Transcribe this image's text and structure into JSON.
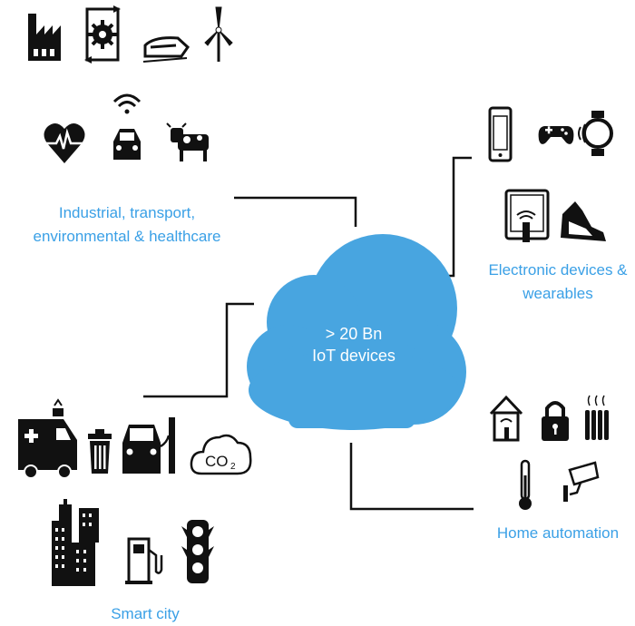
{
  "cloud": {
    "line1": "> 20 Bn",
    "line2": "IoT devices",
    "color": "#48a5e0"
  },
  "groups": {
    "industrial": {
      "line1": "Industrial, transport,",
      "line2": "environmental & healthcare",
      "icons": [
        "factory-icon",
        "gear-cycle-icon",
        "high-speed-train-icon",
        "wind-turbine-icon",
        "heart-rate-icon",
        "connected-car-icon",
        "cow-icon"
      ]
    },
    "electronic": {
      "line1": "Electronic devices &",
      "line2": "wearables",
      "icons": [
        "smartphone-icon",
        "gamepad-icon",
        "smartwatch-icon",
        "tablet-icon",
        "sneaker-icon"
      ]
    },
    "home": {
      "line1": "Home automation",
      "icons": [
        "smart-home-icon",
        "padlock-icon",
        "radiator-icon",
        "thermometer-icon",
        "security-camera-icon"
      ]
    },
    "smartcity": {
      "line1": "Smart city",
      "icons": [
        "ambulance-icon",
        "trash-bin-icon",
        "ev-charging-car-icon",
        "co2-cloud-icon",
        "skyscraper-icon",
        "fuel-pump-icon",
        "traffic-light-icon"
      ]
    }
  },
  "colors": {
    "label": "#3aa0e6",
    "icon": "#111111",
    "connector": "#111111"
  }
}
